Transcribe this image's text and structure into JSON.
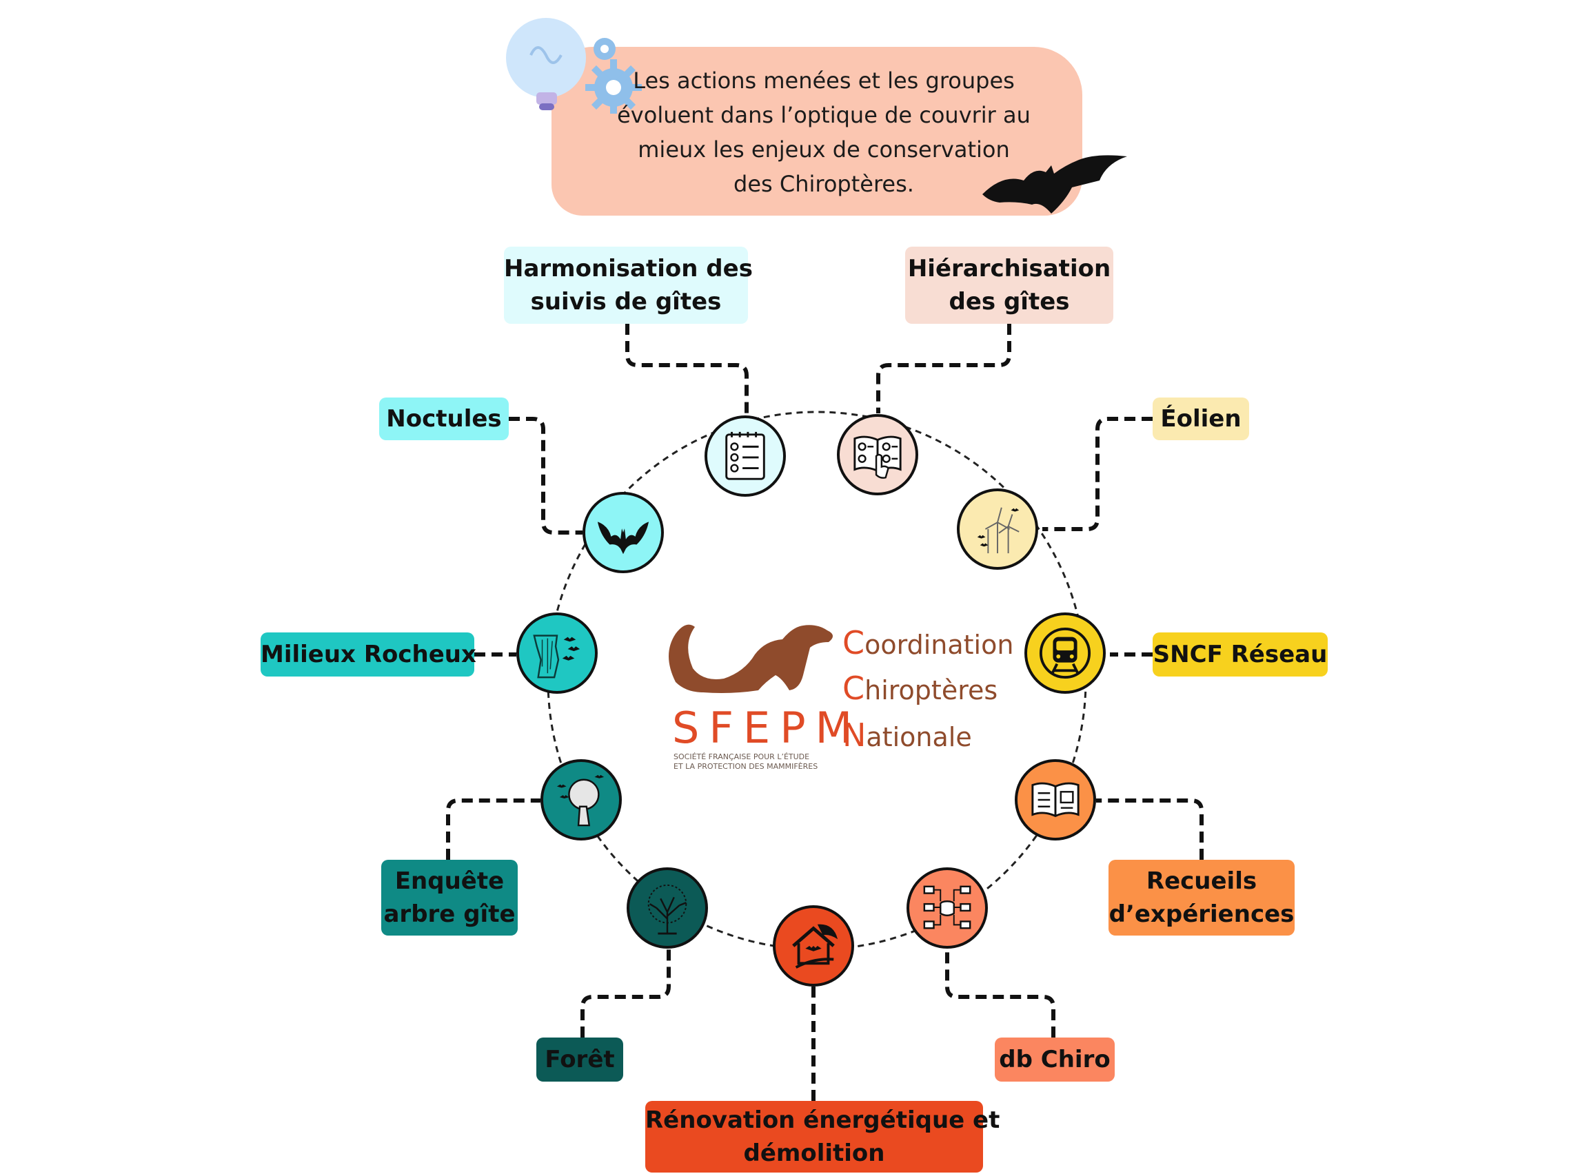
{
  "intro": {
    "line1": "Les actions menées et les groupes",
    "line2": "évoluent dans l’optique de couvrir au",
    "line3": "mieux les enjeux de conservation",
    "line4": "des Chiroptères."
  },
  "logo": {
    "acronym": "SFEPM",
    "subtitle_line1": "SOCIÉTÉ FRANÇAISE POUR L’ÉTUDE",
    "subtitle_line2": "ET LA PROTECTION DES MAMMIFÈRES",
    "coord_initial": "C",
    "coord_rest": "oordination",
    "chiro_initial": "C",
    "chiro_rest": "hiroptères",
    "nat_initial": "N",
    "nat_rest": "ationale"
  },
  "labels": {
    "harmonisation_l1": "Harmonisation des",
    "harmonisation_l2": "suivis de gîtes",
    "hierarchisation_l1": "Hiérarchisation",
    "hierarchisation_l2": "des gîtes",
    "noctules": "Noctules",
    "eolien": "Éolien",
    "milieux_rocheux": "Milieux Rocheux",
    "sncf_reseau": "SNCF Réseau",
    "enquete_l1": "Enquête",
    "enquete_l2": "arbre gîte",
    "recueils_l1": "Recueils",
    "recueils_l2": "d’expériences",
    "foret": "Forêt",
    "db_chiro": "db Chiro",
    "renovation_l1": "Rénovation énergétique et",
    "renovation_l2": "démolition"
  },
  "colors": {
    "intro_bubble": "#fbc6b1",
    "harmonisation": "#dffbfd",
    "hierarchisation": "#f8ddd3",
    "noctules": "#8ef5f6",
    "eolien": "#fbeab0",
    "milieux_rocheux": "#1fc7c2",
    "sncf_reseau": "#f7d11e",
    "enquete": "#0f8a85",
    "recueils": "#fb9147",
    "foret": "#0c5a56",
    "db_chiro": "#fb8660",
    "renovation": "#ea4a20",
    "logo_brown": "#8f4b2c",
    "logo_orange": "#e04b26"
  },
  "icons": [
    "lightbulb-icon",
    "gear-icon",
    "bat-icon",
    "checklist-icon",
    "book-steps-icon",
    "wind-turbine-icon",
    "train-icon",
    "open-book-icon",
    "database-network-icon",
    "house-bat-icon",
    "tree-icon",
    "tree-bats-icon",
    "cliff-bats-icon",
    "stoat-logo-icon"
  ]
}
